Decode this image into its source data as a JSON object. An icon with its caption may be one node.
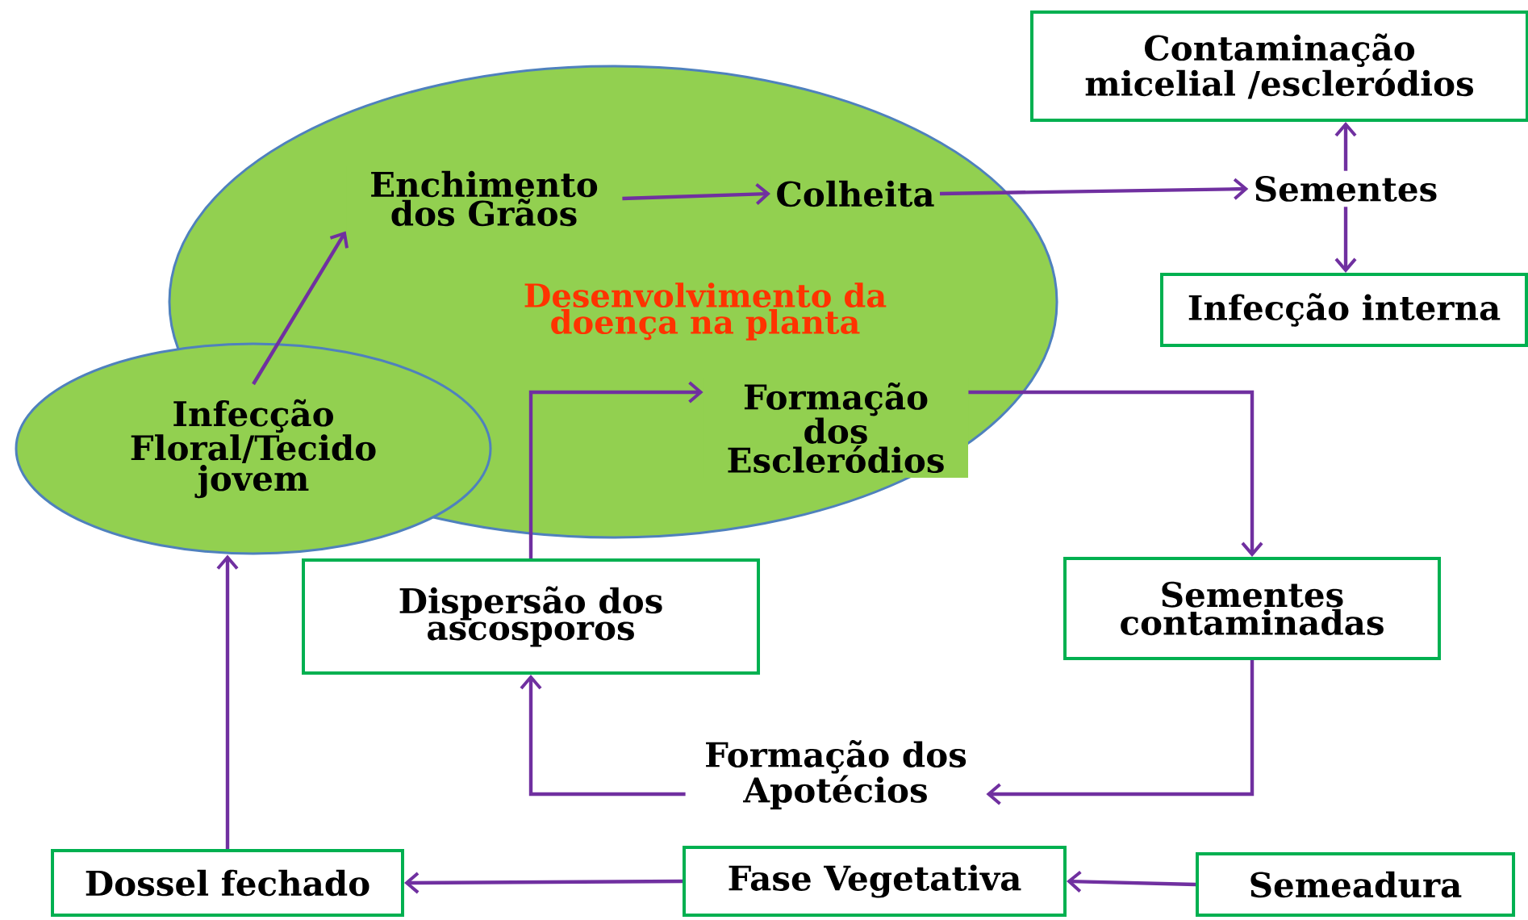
{
  "diagram": {
    "nodes": [
      {
        "text": [
          "Desenvolvimento da doença na planta"
        ]
      },
      {
        "text": [
          "Infecção Floral/Tecido jovem"
        ]
      },
      {
        "text": [
          "Enchimento dos Grãos"
        ],
        "in": 0
      },
      {
        "text": [
          "Colheita"
        ],
        "in": 0
      },
      {
        "text": [
          "Formação dos Escleródios"
        ],
        "in": 0
      },
      {
        "text": [
          "Sementes"
        ]
      },
      {
        "text": [
          "Contaminação micelial /escleródios"
        ]
      },
      {
        "text": [
          "Infecção interna"
        ]
      },
      {
        "text": [
          "Dispersão dos ascosporos"
        ]
      },
      {
        "text": [
          "Sementes contaminadas"
        ]
      },
      {
        "text": [
          "Formação dos Apotécios"
        ]
      },
      {
        "text": [
          "Dossel fechado"
        ]
      },
      {
        "text": [
          "Fase Vegetativa"
        ]
      },
      {
        "text": [
          "Semeadura"
        ]
      }
    ],
    "edges": [
      {
        "from": 1,
        "to": 2,
        "arrow": "to"
      },
      {
        "from": 2,
        "to": 3,
        "arrow": "to"
      },
      {
        "from": 3,
        "to": 5,
        "arrow": "to"
      },
      {
        "from": 5,
        "to": 6,
        "arrow": "to"
      },
      {
        "from": 5,
        "to": 7,
        "arrow": "to"
      },
      {
        "from": 4,
        "to": 9,
        "arrow": "to"
      },
      {
        "from": 9,
        "to": 10,
        "arrow": "to"
      },
      {
        "from": 10,
        "to": 8,
        "arrow": "to"
      },
      {
        "from": 8,
        "to": 4,
        "arrow": "to"
      },
      {
        "from": 13,
        "to": 12,
        "arrow": "to"
      },
      {
        "from": 12,
        "to": 11,
        "arrow": "to"
      },
      {
        "from": 11,
        "to": 1,
        "arrow": "to"
      }
    ]
  }
}
